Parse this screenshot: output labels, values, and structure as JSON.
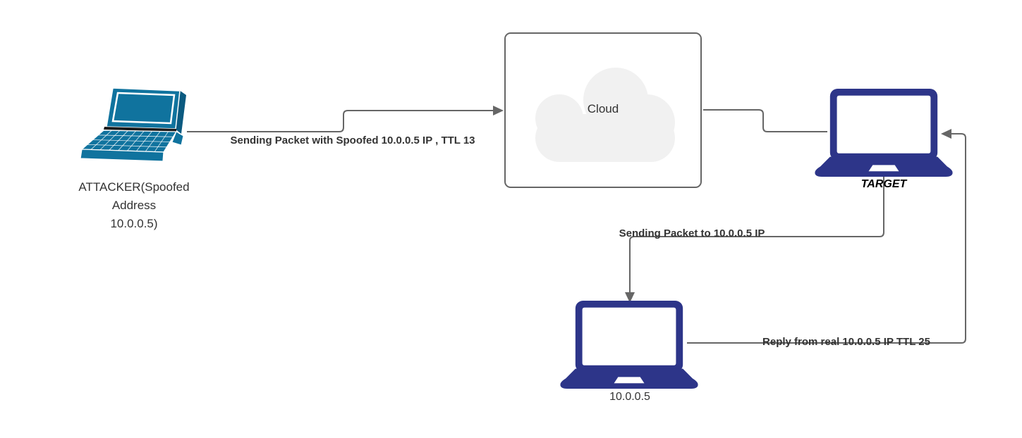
{
  "diagram": {
    "title": "IP spoofing network diagram",
    "nodes": {
      "attacker": {
        "label": "ATTACKER(Spoofed\nAddress\n10.0.0.5)",
        "icon": "laptop-perspective-icon"
      },
      "cloud": {
        "label": "Cloud",
        "icon": "cloud-icon"
      },
      "target": {
        "label": "TARGET",
        "icon": "laptop-front-icon"
      },
      "real_host": {
        "label": "10.0.0.5",
        "icon": "laptop-front-icon"
      }
    },
    "edges": [
      {
        "from": "attacker",
        "to": "cloud",
        "label": "Sending Packet with Spoofed 10.0.0.5 IP , TTL 13",
        "arrowhead": "right"
      },
      {
        "from": "cloud",
        "to": "target",
        "label": "",
        "arrowhead": "none"
      },
      {
        "from": "target",
        "to": "real_host",
        "label": "Sending Packet to 10.0.0.5 IP",
        "arrowhead": "down"
      },
      {
        "from": "real_host",
        "to": "target",
        "label": "Reply from real 10.0.0.5 IP TTL 25",
        "arrowhead": "left"
      }
    ],
    "colors": {
      "laptop_teal": "#10739E",
      "laptop_navy": "#2D3589",
      "line": "#666666",
      "cloud_fill": "#F1F1F1",
      "text": "#333333"
    }
  }
}
